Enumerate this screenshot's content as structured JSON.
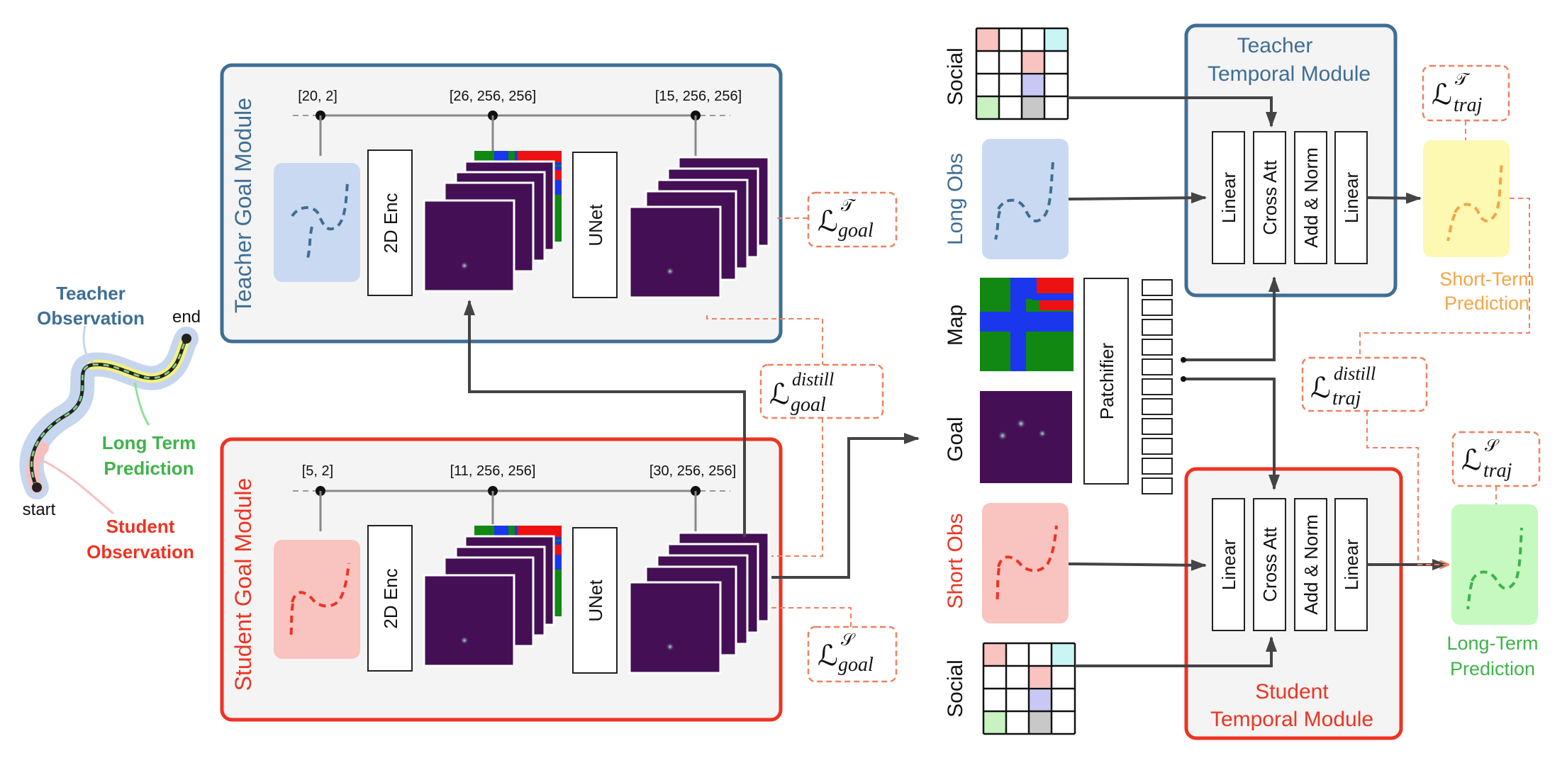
{
  "colors": {
    "teacher": "#3e6e94",
    "student": "#ee3322",
    "long_term": "#3fb34a",
    "short_term": "#f5a546",
    "loss": "#f08060",
    "arrow": "#444444",
    "panel_bg": "#f4f4f4",
    "map_green": "#118811",
    "map_blue": "#1a37ee",
    "map_red": "#ee1111",
    "heatmap": "#440f55"
  },
  "legend": {
    "teacher_observation": [
      "Teacher",
      "Observation"
    ],
    "end": "end",
    "start": "start",
    "long_term_prediction": [
      "Long Term",
      "Prediction"
    ],
    "student_observation": [
      "Student",
      "Observation"
    ]
  },
  "teacher_goal": {
    "title": "Teacher Goal Module",
    "shapes": [
      "[20, 2]",
      "[26, 256, 256]",
      "[15, 256, 256]"
    ],
    "encoder": "2D Enc",
    "unet": "UNet"
  },
  "student_goal": {
    "title": "Student Goal Module",
    "shapes": [
      "[5, 2]",
      "[11, 256, 256]",
      "[30, 256, 256]"
    ],
    "encoder": "2D Enc",
    "unet": "UNet"
  },
  "losses": {
    "goal_teacher": {
      "base": "ℒ",
      "sup": "𝒯",
      "sub": "goal"
    },
    "goal_distill": {
      "base": "ℒ",
      "sup": "distill",
      "sub": "goal"
    },
    "goal_student": {
      "base": "ℒ",
      "sup": "𝒮",
      "sub": "goal"
    },
    "traj_teacher": {
      "base": "ℒ",
      "sup": "𝒯",
      "sub": "traj"
    },
    "traj_distill": {
      "base": "ℒ",
      "sup": "distill",
      "sub": "traj"
    },
    "traj_student": {
      "base": "ℒ",
      "sup": "𝒮",
      "sub": "traj"
    }
  },
  "inputs": {
    "social_top": "Social",
    "long_obs": "Long Obs",
    "map": "Map",
    "goal": "Goal",
    "short_obs": "Short Obs",
    "social_bottom": "Social",
    "patchifier": "Patchifier"
  },
  "teacher_temporal": {
    "title": [
      "Teacher",
      "Temporal Module"
    ],
    "blocks": [
      "Linear",
      "Cross Att",
      "Add & Norm",
      "Linear"
    ]
  },
  "student_temporal": {
    "title": [
      "Student",
      "Temporal Module"
    ],
    "blocks": [
      "Linear",
      "Cross Att",
      "Add & Norm",
      "Linear"
    ]
  },
  "outputs": {
    "short_term": [
      "Short-Term",
      "Prediction"
    ],
    "long_term": [
      "Long-Term",
      "Prediction"
    ]
  }
}
